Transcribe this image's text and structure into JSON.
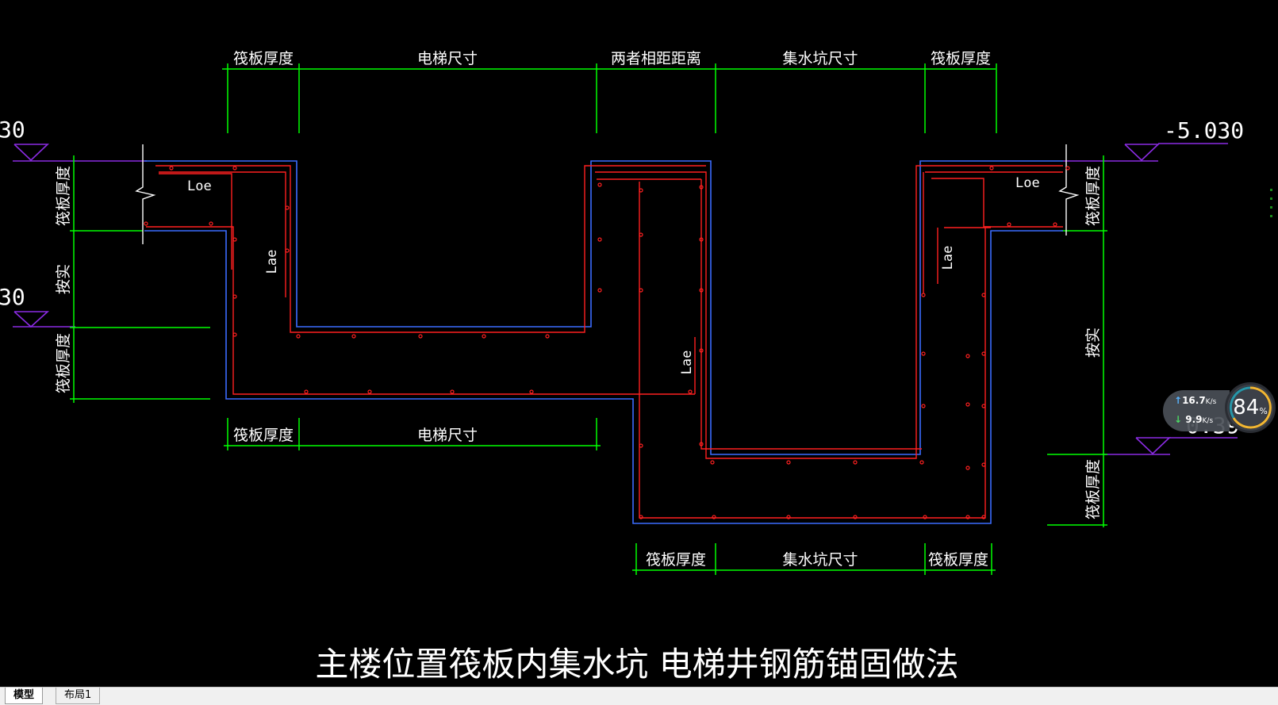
{
  "drawing": {
    "title": "主楼位置筏板内集水坑 电梯井钢筋锚固做法",
    "top_dims": [
      "筏板厚度",
      "电梯尺寸",
      "两者相距距离",
      "集水坑尺寸",
      "筏板厚度"
    ],
    "bottom_left_dims": [
      "筏板厚度",
      "电梯尺寸"
    ],
    "bottom_right_dims": [
      "筏板厚度",
      "集水坑尺寸",
      "筏板厚度"
    ],
    "left_vertical_dims": [
      "筏板厚度",
      "按实",
      "筏板厚度"
    ],
    "right_vertical_dims": [
      "筏板厚度",
      "按实",
      "筏板厚度"
    ],
    "elevation_left_top": "30",
    "elevation_left_mid": "30",
    "elevation_right_top": "-5.030",
    "elevation_right_mid": "0.39",
    "anchor_labels": {
      "loe_left": "Loe",
      "lae_left": "Lae",
      "lae_center": "Lae",
      "loe_right": "Loe",
      "lae_right": "Lae"
    },
    "colors": {
      "dimension": "#00ff00",
      "concrete": "#3b6cff",
      "rebar": "#ff2020",
      "level_line": "#8a2be2",
      "text": "#ffffff"
    }
  },
  "tabs": {
    "model": "模型",
    "layout1": "布局1"
  },
  "net_monitor": {
    "upload": "16.7",
    "upload_unit": "K/s",
    "download": "9.9",
    "download_unit": "K/s",
    "gauge": "84",
    "gauge_unit": "%"
  }
}
